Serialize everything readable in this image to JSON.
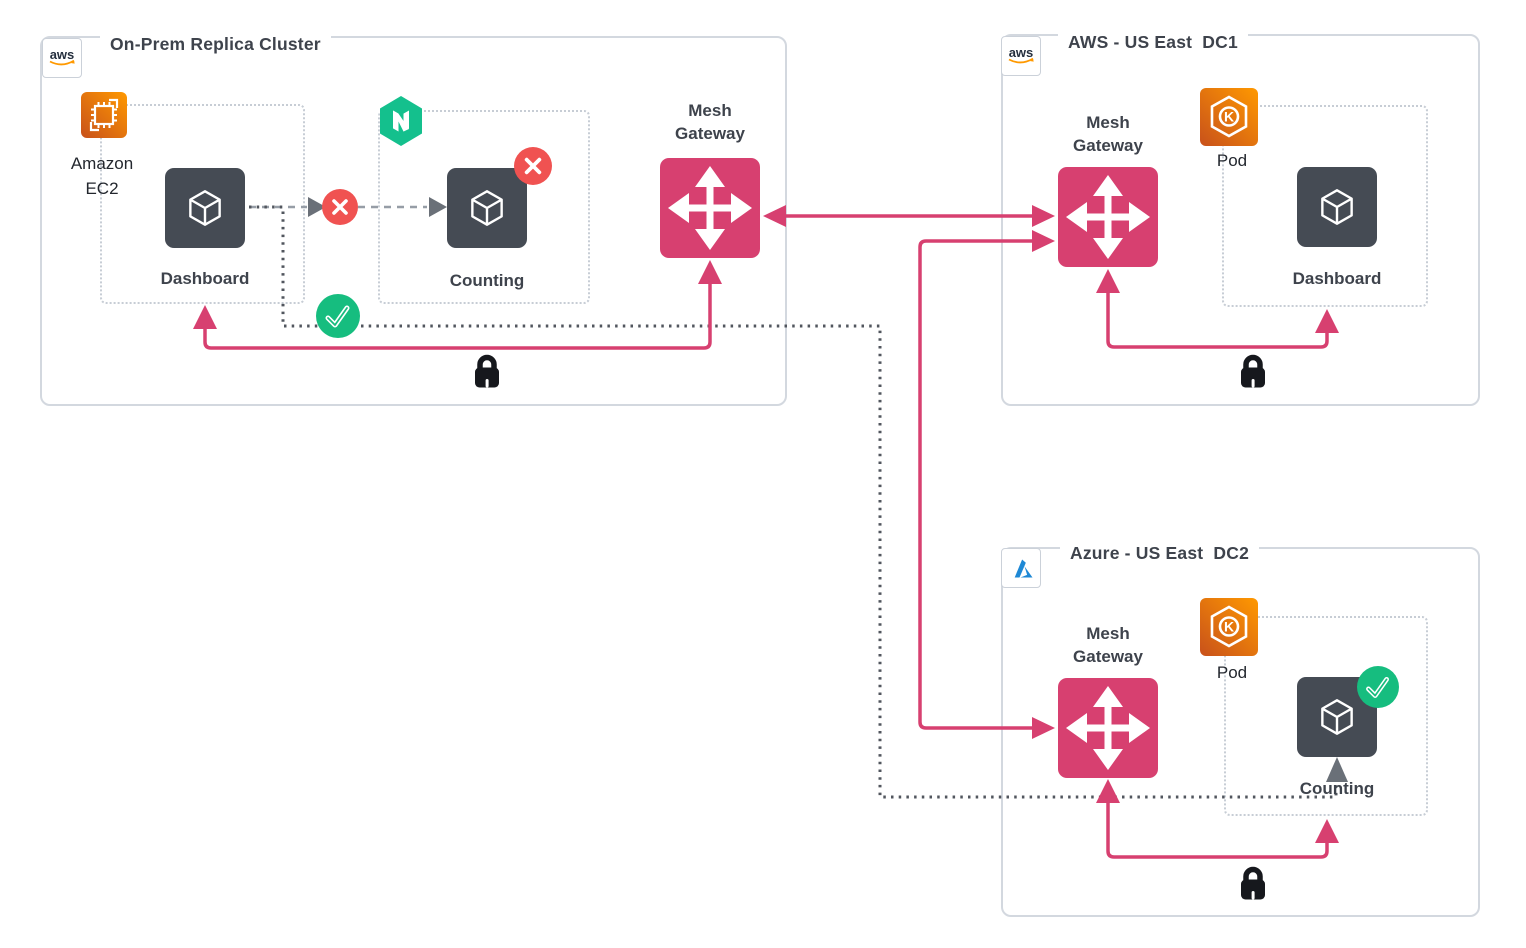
{
  "colors": {
    "pink": "#D74070",
    "containerDark": "#454B54",
    "redStatus": "#F05251",
    "greenStatus": "#16BD7F",
    "nomadGreen": "#14C08D",
    "orangeA": "#C8511B",
    "orangeB": "#FF9900",
    "azureBlue": "#1E88D5",
    "boxBorder": "#D3D8DF",
    "dottedBorder": "#C7CDD5",
    "dashGray": "#969DA6",
    "darkDot": "#51565E",
    "arrowGray": "#6A7078",
    "textDark": "#3E434C",
    "lockBlack": "#16181D",
    "awsInk": "#252F3E",
    "awsOrange": "#FF9900"
  },
  "clusters": {
    "onprem": {
      "title": "On-Prem Replica Cluster",
      "provider": "aws"
    },
    "dc1": {
      "title": "AWS - US East  DC1",
      "provider": "aws"
    },
    "dc2": {
      "title": "Azure - US East  DC2",
      "provider": "azure"
    }
  },
  "nodes": {
    "mesh_gateway_label": "Mesh Gateway",
    "ec2_label": "Amazon EC2",
    "pod_label": "Pod",
    "onprem_dashboard_label": "Dashboard",
    "onprem_counting_label": "Counting",
    "dc1_dashboard_label": "Dashboard",
    "dc2_counting_label": "Counting"
  },
  "icons": {
    "aws_text": "aws",
    "pod_letter": "K",
    "names": [
      "aws-logo",
      "azure-logo",
      "amazon-ec2-icon",
      "nomad-icon",
      "kubernetes-pod-icon",
      "container-cube-icon",
      "mesh-gateway-move-icon",
      "lock-icon",
      "error-x-icon",
      "success-check-icon"
    ]
  }
}
